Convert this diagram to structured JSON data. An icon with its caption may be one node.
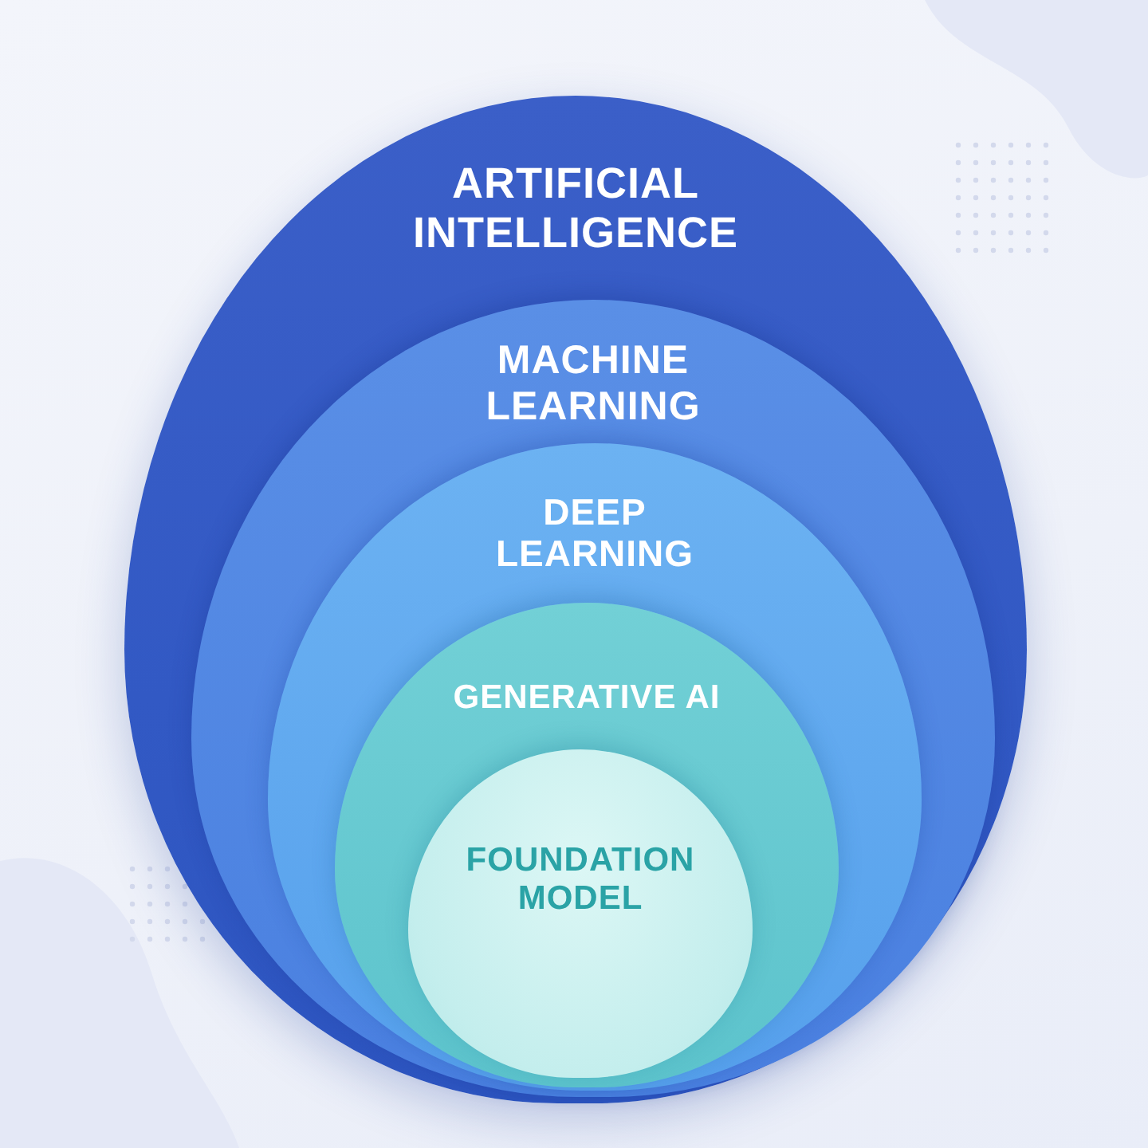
{
  "diagram": {
    "nodes": [
      {
        "text": [
          "ARTIFICIAL INTELLIGENCE"
        ]
      },
      {
        "text": [
          "MACHINE LEARNING"
        ],
        "in": 0
      },
      {
        "text": [
          "DEEP LEARNING"
        ],
        "in": 1
      },
      {
        "text": [
          "GENERATIVE AI"
        ],
        "in": 2
      },
      {
        "text": [
          "FOUNDATION MODEL"
        ],
        "in": 3
      }
    ]
  }
}
